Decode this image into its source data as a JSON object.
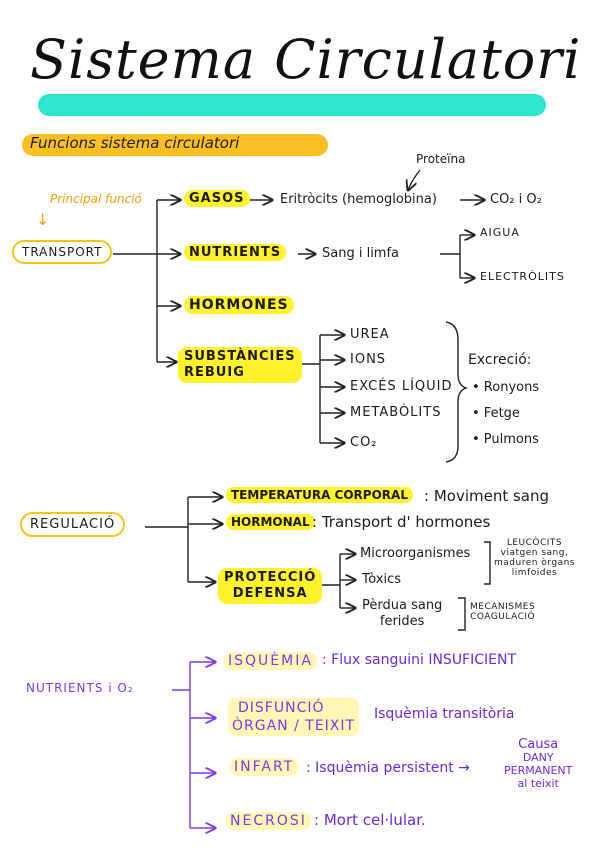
{
  "title": "Sistema Circulatori",
  "subtitle": "Funcions sistema circulatori",
  "transport": {
    "annotation": "Principal funció",
    "label": "TRANSPORT",
    "protein_note": "Proteïna",
    "gasos": {
      "label": "GASOS",
      "detail": "Eritròcits (hemoglobina)",
      "result": "CO₂ i O₂"
    },
    "nutrients": {
      "label": "NUTRIENTS",
      "detail": "Sang i limfa",
      "aigua": "AIGUA",
      "electrolits": "ELECTRÒLITS"
    },
    "hormones": "HORMONES",
    "rebuig": {
      "label_line1": "SUBSTÀNCIES",
      "label_line2": "REBUIG",
      "items": [
        "UREA",
        "IONS",
        "EXCÉS LÍQUID",
        "METABÒLITS",
        "CO₂"
      ],
      "excrecio_title": "Excreció:",
      "excrecio_items": [
        "• Ronyons",
        "• Fetge",
        "• Pulmons"
      ]
    }
  },
  "regulacio": {
    "label": "REGULACIÓ",
    "temperatura": {
      "label": "TEMPERATURA CORPORAL",
      "detail": ": Moviment sang"
    },
    "hormonal": {
      "label": "HORMONAL",
      "detail": ": Transport d' hormones"
    },
    "proteccio": {
      "label_line1": "PROTECCIÓ",
      "label_line2": "DEFENSA",
      "micro": "Microorganismes",
      "toxics": "Tòxics",
      "perdua_line1": "Pèrdua sang",
      "perdua_line2": "ferides",
      "leuco_line1": "LEUCÒCITS",
      "leuco_line2": "viatgen sang,",
      "leuco_line3": "maduren òrgans",
      "leuco_line4": "limfoides",
      "mecan_line1": "MECANISMES",
      "mecan_line2": "COAGULACIÓ"
    }
  },
  "nutrients_o2": {
    "label": "NUTRIENTS i O₂",
    "isquemia": {
      "label": "ISQUÈMIA",
      "detail": ": Flux sanguini INSUFICIENT"
    },
    "disfuncio": {
      "label_line1": "DISFUNCIÓ",
      "label_line2": "ÒRGAN / TEIXIT",
      "detail": "Isquèmia transitòria"
    },
    "infart": {
      "label": "INFART",
      "detail": ": Isquèmia persistent →"
    },
    "causa": {
      "line1": "Causa",
      "line2": "DANY",
      "line3": "PERMANENT",
      "line4": "al teixit"
    },
    "necrosi": {
      "label": "NECROSI",
      "detail": ": Mort cel·lular."
    }
  },
  "colors": {
    "title_bar": "#2ee6cf",
    "subtitle_bar": "#fbbf24",
    "highlight": "#fff12a",
    "purple": "#7c3aed",
    "annotation": "#f59e0b"
  }
}
